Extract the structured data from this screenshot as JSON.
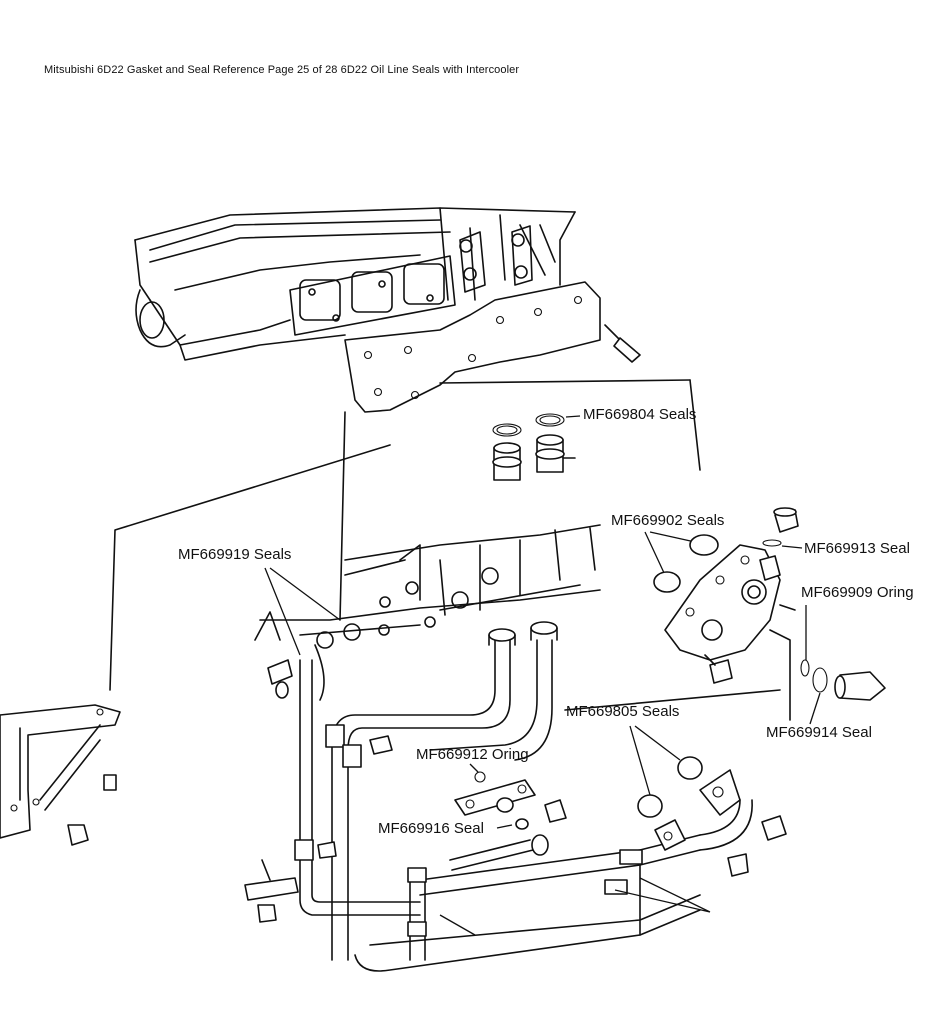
{
  "header": {
    "title": "Mitsubishi 6D22 Gasket and Seal Reference Page 25 of 28 6D22 Oil Line Seals with Intercooler"
  },
  "labels": {
    "mf669804": "MF669804 Seals",
    "mf669902": "MF669902 Seals",
    "mf669913": "MF669913 Seal",
    "mf669919": "MF669919 Seals",
    "mf669909": "MF669909 Oring",
    "mf669805": "MF669805 Seals",
    "mf669914": "MF669914 Seal",
    "mf669912": "MF669912 Oring",
    "mf669916": "MF669916 Seal"
  }
}
